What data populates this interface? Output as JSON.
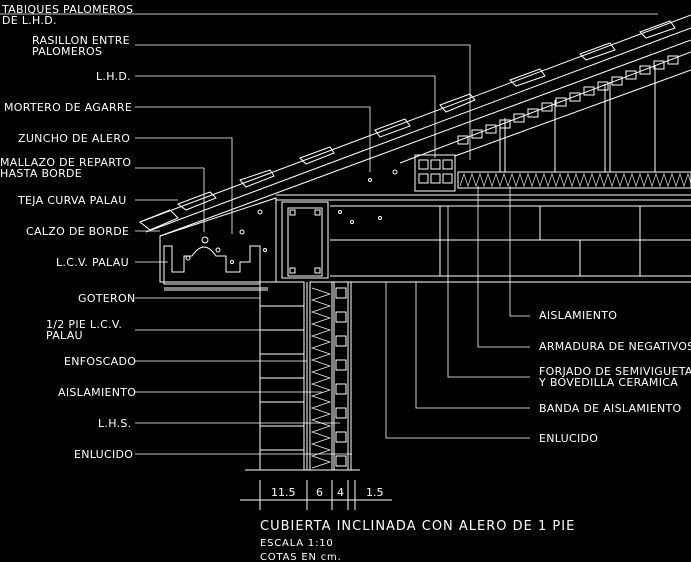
{
  "left_labels": [
    {
      "id": "tabiques",
      "lines": [
        "TABIQUES PALOMEROS",
        "DE L.H.D."
      ]
    },
    {
      "id": "rasillon",
      "lines": [
        "RASILLON ENTRE",
        "PALOMEROS"
      ]
    },
    {
      "id": "lhd",
      "lines": [
        "L.H.D."
      ]
    },
    {
      "id": "mortero",
      "lines": [
        "MORTERO DE AGARRE"
      ]
    },
    {
      "id": "zuncho",
      "lines": [
        "ZUNCHO DE ALERO"
      ]
    },
    {
      "id": "mallazo",
      "lines": [
        "MALLAZO DE REPARTO",
        "HASTA BORDE"
      ]
    },
    {
      "id": "teja",
      "lines": [
        "TEJA CURVA PALAU"
      ]
    },
    {
      "id": "calzo",
      "lines": [
        "CALZO DE BORDE"
      ]
    },
    {
      "id": "lcv",
      "lines": [
        "L.C.V. PALAU"
      ]
    },
    {
      "id": "goteron",
      "lines": [
        "GOTERON"
      ]
    },
    {
      "id": "medio-pie",
      "lines": [
        "1/2 PIE L.C.V.",
        "PALAU"
      ]
    },
    {
      "id": "enfoscado",
      "lines": [
        "ENFOSCADO"
      ]
    },
    {
      "id": "aislamiento-left",
      "lines": [
        "AISLAMIENTO"
      ]
    },
    {
      "id": "lhs",
      "lines": [
        "L.H.S."
      ]
    },
    {
      "id": "enlucido-left",
      "lines": [
        "ENLUCIDO"
      ]
    }
  ],
  "right_labels": [
    {
      "id": "aislamiento-right",
      "lines": [
        "AISLAMIENTO"
      ]
    },
    {
      "id": "armadura",
      "lines": [
        "ARMADURA DE NEGATIVOS"
      ]
    },
    {
      "id": "forjado",
      "lines": [
        "FORJADO DE SEMIVIGUETA",
        "Y BOVEDILLA CERAMICA"
      ]
    },
    {
      "id": "banda",
      "lines": [
        "BANDA DE AISLAMIENTO"
      ]
    },
    {
      "id": "enlucido-right",
      "lines": [
        "ENLUCIDO"
      ]
    }
  ],
  "dimensions": [
    "11.5",
    "6",
    "4",
    "1.5"
  ],
  "title": {
    "main": "CUBIERTA INCLINADA CON ALERO DE 1 PIE",
    "scale": "ESCALA 1:10",
    "units": "COTAS EN cm."
  }
}
